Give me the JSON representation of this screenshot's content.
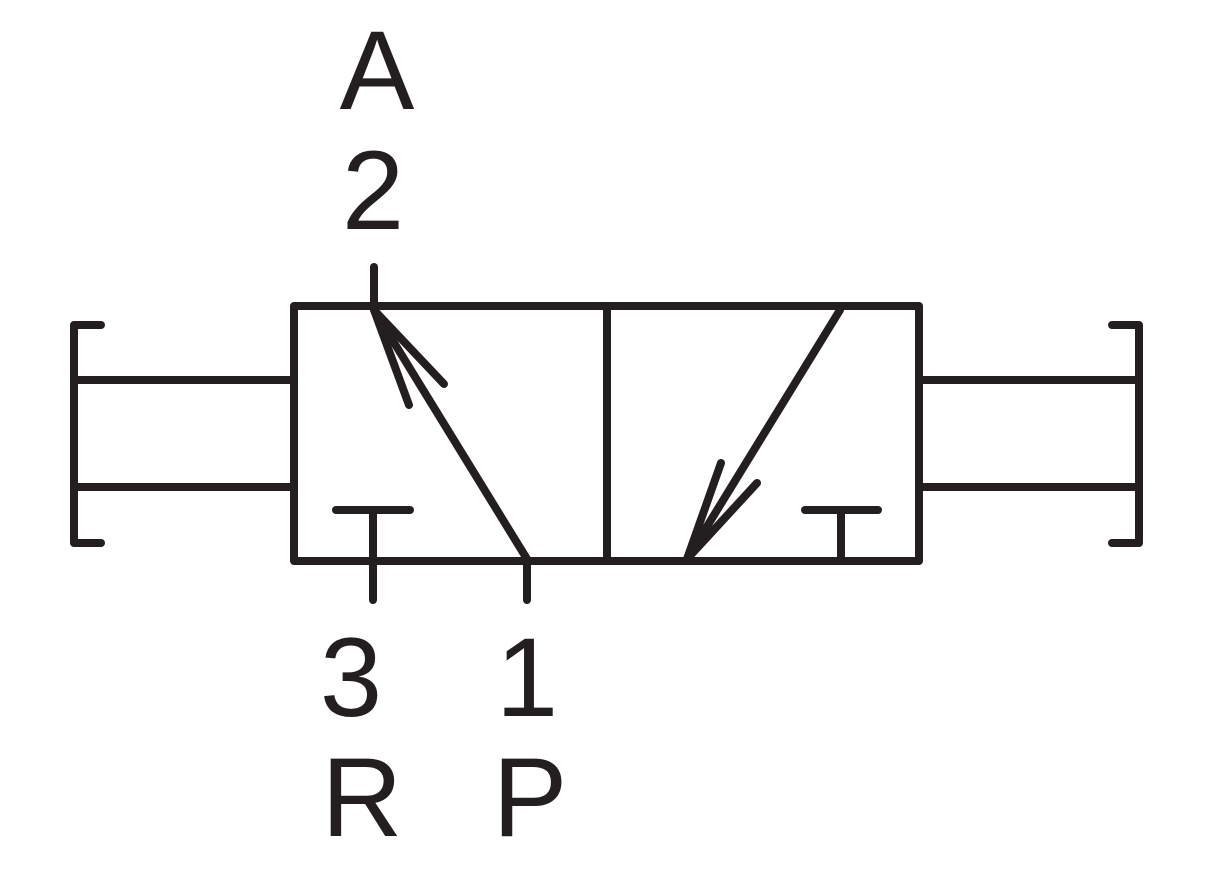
{
  "diagram": {
    "labels": {
      "port_a_letter": "A",
      "port_a_number": "2",
      "port_r_number": "3",
      "port_r_letter": "R",
      "port_p_number": "1",
      "port_p_letter": "P"
    }
  },
  "colors": {
    "ink": "#231f20",
    "background": "#ffffff"
  }
}
